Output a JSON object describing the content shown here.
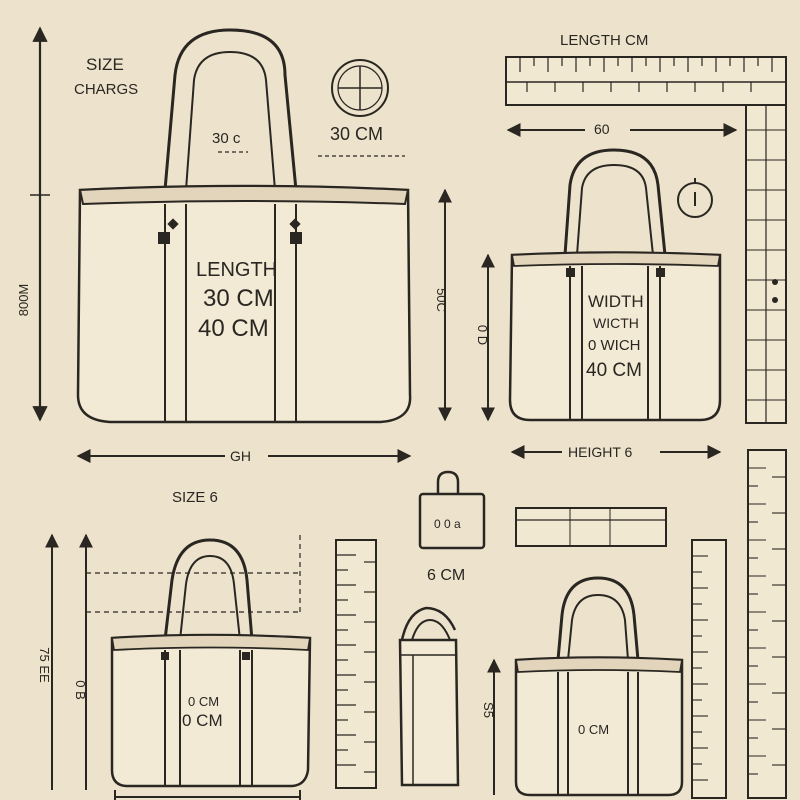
{
  "colors": {
    "background": "#ede3cc",
    "bag_fill": "#f3ead6",
    "bag_inner": "#e2d5bb",
    "ink": "#2a2622"
  },
  "labels": {
    "size_charts_line1": "SIZE",
    "size_charts_line2": "CHARGS",
    "strap_measure": "30 c",
    "clock_caption": "30 CM",
    "left_height_side": "800M",
    "big_bag_text_1": "LENGTH",
    "big_bag_text_2": "30 CM",
    "big_bag_text_3": "40 CM",
    "big_bag_side": "50C",
    "big_bag_width": "GH",
    "length_cm": "LENGTH CM",
    "ruler_60": "60",
    "mid_bag_side": "0 D",
    "mid_bag_text_1": "WIDTH",
    "mid_bag_text_2": "WICTH",
    "mid_bag_text_3": "0 WICH",
    "mid_bag_text_4": "40 CM",
    "height_6": "HEIGHT 6",
    "size_6": "SIZE 6",
    "small_bag_text_1": "0 CM",
    "small_bag_text_2": "0 CM",
    "small_bag_side_1": "75 EE",
    "small_bag_side_2": "0 B",
    "tag_text": "6 CM",
    "mini_tag_text": "0 0 a",
    "right_bag_text": "0 CM",
    "right_bag_side": "S5"
  },
  "icons": [
    "clock-icon",
    "timer-icon",
    "hang-tag-icon"
  ]
}
